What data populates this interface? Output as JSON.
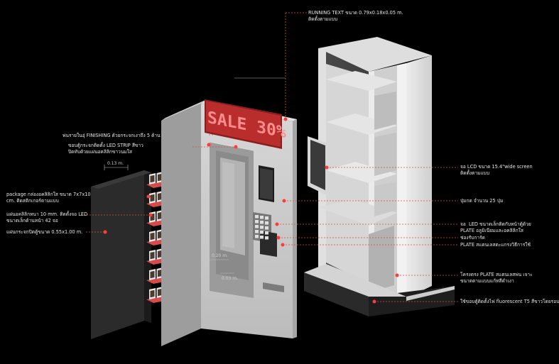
{
  "sign": {
    "text": "SALE 30%"
  },
  "labels": {
    "running_text": "RUNNING TEXT ขนาด 0.79x0.18x0.05 m.\nติดตั้งตามแบบ",
    "finishing": "พ่นรายในอุ่ FINISHING ด้วยกระจกเงาถึง 5 ด้าน",
    "led_strip": "ขอบตู้กระจกติดตั้ง LED STRIP สีขาว\nปิดทับด้วยแผ่นอคลิลิกขาวนมใส",
    "package": "package กล่องอคลิลิกใส ขนาด 7x7x10\ncm. ติดสติกเกอร์ตามแบบ",
    "acrylic_sheet": "แผ่นอคลิลิกหนา 10 mm. ติดตั้งจอ LED\nขนาดเล็กด้านหน้า 42 จอ",
    "panel": "แผ่นกระจกปิดตู้ขนาด 0.55x1.00 m.",
    "lcd": "จอ LCD ขนาด 15.4\"wide screen\nติดตั้งตามแบบ",
    "buttons": "ปุ่มกด จำนวน 25 ปุ่ม",
    "led_plate": "จอ  LED ขนาดเล็กติดกับหน้าตู้ด้วย\nPLATE อลูมิเนียมและอคลิลิกใส",
    "card_slot": "ช่องรับการ์ด",
    "plate_steel": "PLATE สแตนเลสตะแกรงวิธีการใช้",
    "frame": "โครงตรง PLATE สแตนเลสพ่น เจาะ\nขนาดตามแบบแก้ทสีดำเงา",
    "fluorescent": "ใช้ขอบตู้ติดตั้งไฟ fluorescent T5 สีขาวโดยรอบ"
  },
  "dimensions": {
    "d013": "0.13 m.",
    "d020": "0.20 m.",
    "d003": "0.03 m."
  }
}
